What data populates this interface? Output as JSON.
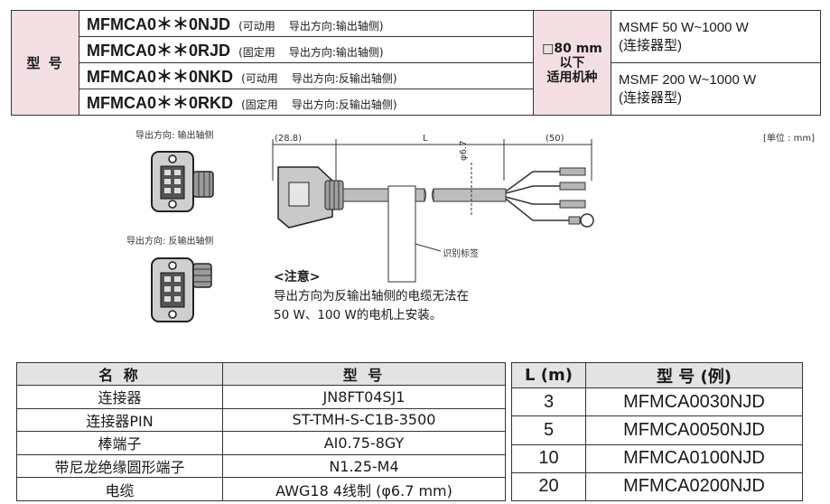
{
  "model_table": {
    "label": "型 号",
    "rows": [
      {
        "code": "MFMCA0＊＊0NJD",
        "note": "(可动用",
        "direction": "导出方向:输出轴侧)"
      },
      {
        "code": "MFMCA0＊＊0RJD",
        "note": "(固定用",
        "direction": "导出方向:输出轴侧)"
      },
      {
        "code": "MFMCA0＊＊0NKD",
        "note": "(可动用",
        "direction": "导出方向:反输出轴侧)"
      },
      {
        "code": "MFMCA0＊＊0RKD",
        "note": "(固定用",
        "direction": "导出方向:反输出轴侧)"
      }
    ],
    "applicable_line1": "□80 mm",
    "applicable_line2": "以下",
    "applicable_line3": "适用机种",
    "motors": [
      {
        "line1": "MSMF  50 W~1000 W",
        "line2": "(连接器型)"
      },
      {
        "line1": "MSMF  200 W~1000 W",
        "line2": "(连接器型)"
      }
    ]
  },
  "figure": {
    "label_output_side": "导出方向: 输出轴侧",
    "label_reverse_side": "导出方向: 反输出轴侧",
    "unit": "[单位 : mm]",
    "dim_left": "(28.8)",
    "dim_mid": "L",
    "dim_right": "(50)",
    "dim_dia": "φ6.7",
    "id_label": "识别标签",
    "note_title": "<注意>",
    "note_line1": "导出方向为反输出轴侧的电缆无法在",
    "note_line2": "50 W、100 W的电机上安装。"
  },
  "parts_table": {
    "headers": [
      "名 称",
      "型 号"
    ],
    "rows": [
      {
        "name": "连接器",
        "model": "JN8FT04SJ1"
      },
      {
        "name": "连接器PIN",
        "model": "ST-TMH-S-C1B-3500"
      },
      {
        "name": "棒端子",
        "model": "AI0.75-8GY"
      },
      {
        "name": "带尼龙绝缘圆形端子",
        "model": "N1.25-M4"
      },
      {
        "name": "电缆",
        "model": "AWG18  4线制 (φ6.7 mm)"
      }
    ]
  },
  "length_table": {
    "headers": [
      "L (m)",
      "型 号 (例)"
    ],
    "rows": [
      {
        "length": "3",
        "model": "MFMCA0030NJD"
      },
      {
        "length": "5",
        "model": "MFMCA0050NJD"
      },
      {
        "length": "10",
        "model": "MFMCA0100NJD"
      },
      {
        "length": "20",
        "model": "MFMCA0200NJD"
      }
    ]
  },
  "colors": {
    "header_pink": "#f3dfe3",
    "header_gray": "#e3e3e3",
    "line": "#333333"
  }
}
